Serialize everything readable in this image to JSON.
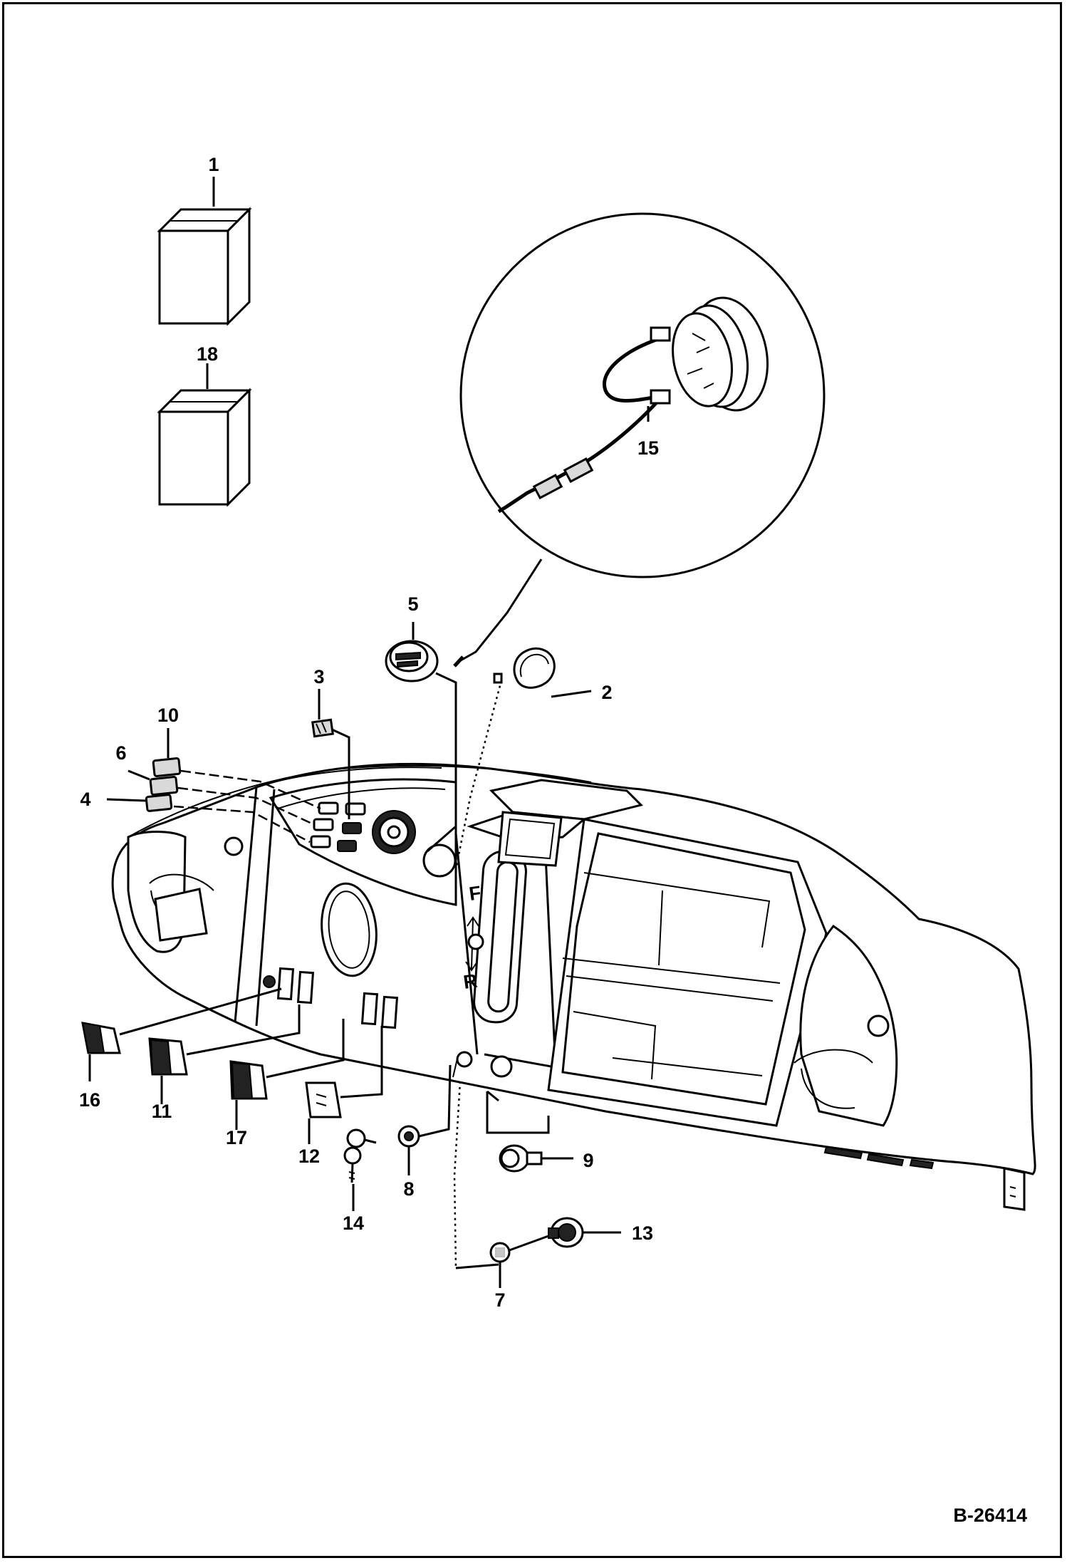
{
  "diagram": {
    "reference_code": "B-26414",
    "callouts": [
      "1",
      "18",
      "15",
      "5",
      "2",
      "3",
      "10",
      "6",
      "4",
      "16",
      "11",
      "17",
      "12",
      "14",
      "8",
      "9",
      "13",
      "7"
    ],
    "colors": {
      "line": "#000000",
      "background": "#ffffff",
      "shade": "#d9d9d9"
    }
  }
}
